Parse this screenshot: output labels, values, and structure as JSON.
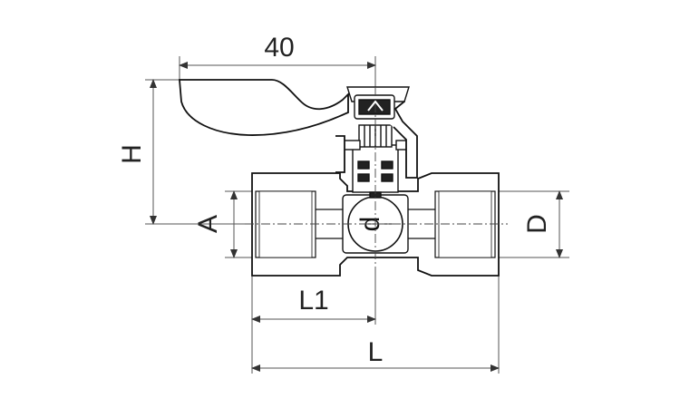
{
  "dimensions": {
    "top_width": "40",
    "height": "H",
    "port_a": "A",
    "port_d": "D",
    "bore": "d",
    "half_length": "L1",
    "length": "L"
  }
}
